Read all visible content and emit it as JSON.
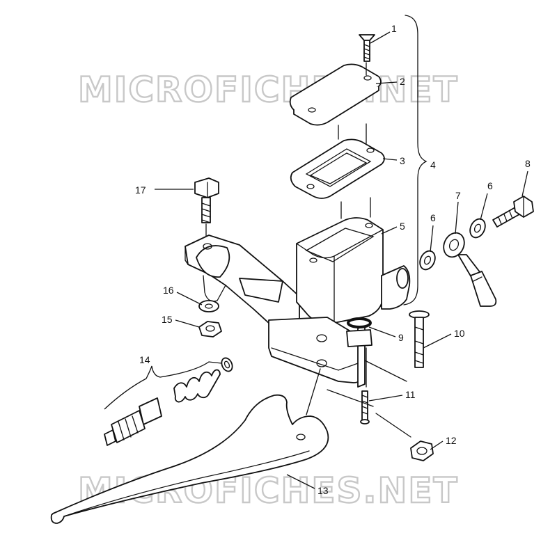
{
  "watermark": {
    "text": "MICROFICHES.NET",
    "color": "#c8c8c8"
  },
  "callouts": [
    {
      "id": "c1",
      "text": "1"
    },
    {
      "id": "c2",
      "text": "2"
    },
    {
      "id": "c3",
      "text": "3"
    },
    {
      "id": "c4",
      "text": "4"
    },
    {
      "id": "c5",
      "text": "5"
    },
    {
      "id": "c6a",
      "text": "6"
    },
    {
      "id": "c6b",
      "text": "6"
    },
    {
      "id": "c7",
      "text": "7"
    },
    {
      "id": "c8",
      "text": "8"
    },
    {
      "id": "c9",
      "text": "9"
    },
    {
      "id": "c10",
      "text": "10"
    },
    {
      "id": "c11",
      "text": "11"
    },
    {
      "id": "c12",
      "text": "12"
    },
    {
      "id": "c13",
      "text": "13"
    },
    {
      "id": "c14",
      "text": "14"
    },
    {
      "id": "c15",
      "text": "15"
    },
    {
      "id": "c16",
      "text": "16"
    },
    {
      "id": "c17",
      "text": "17"
    }
  ]
}
